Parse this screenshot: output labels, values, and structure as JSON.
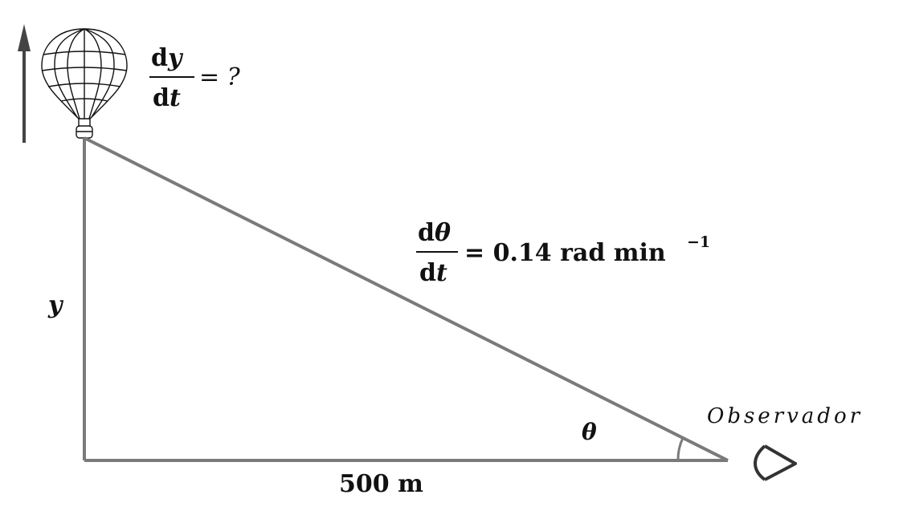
{
  "balloon_rate": {
    "numerator_d": "d",
    "numerator_var": "y",
    "denominator_d": "d",
    "denominator_var": "t",
    "equals": "= ?"
  },
  "angle_rate": {
    "numerator_d": "d",
    "numerator_var": "θ",
    "denominator_d": "d",
    "denominator_var": "t",
    "equals_value": "= 0.14",
    "unit": "rad min",
    "exponent": "−1"
  },
  "labels": {
    "height": "y",
    "angle": "θ",
    "base": "500 m",
    "observer": "Observador"
  },
  "colors": {
    "line": "#7a7a7a",
    "arrow": "#444444",
    "text": "#111111"
  }
}
